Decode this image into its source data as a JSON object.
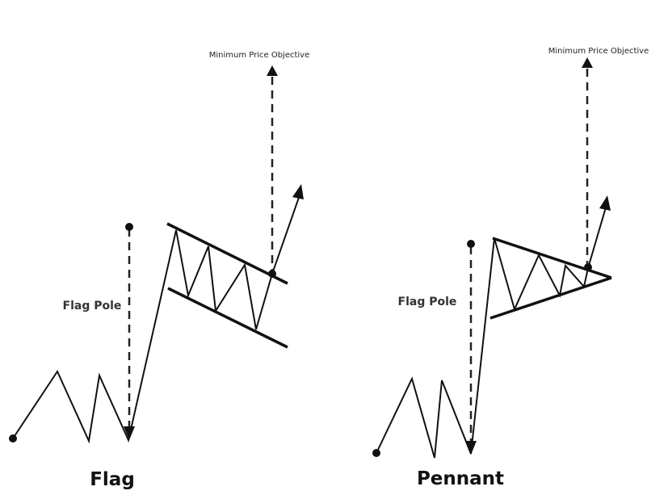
{
  "panels": [
    {
      "id": "flag",
      "title": "Flag",
      "pole_label": "Flag Pole",
      "objective_label": "Minimum Price Objective"
    },
    {
      "id": "pennant",
      "title": "Pennant",
      "pole_label": "Flag Pole",
      "objective_label": "Minimum Price Objective"
    }
  ],
  "colors": {
    "line": "#111111",
    "text": "#222222",
    "background": "#ffffff"
  }
}
